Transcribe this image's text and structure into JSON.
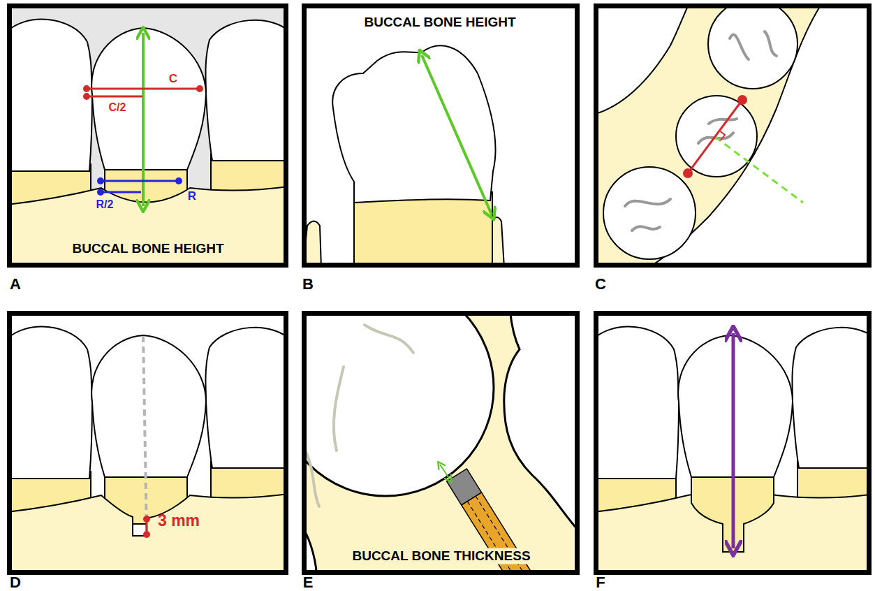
{
  "diagram": {
    "labels": [
      "C",
      "C/2",
      "R/2",
      "R",
      "BUCCAL BONE HEIGHT",
      "A",
      "BUCCAL BONE HEIGHT",
      "B",
      "C",
      "D",
      "3 mm",
      "E",
      "BUCCAL BONE THICKNESS",
      "F"
    ]
  }
}
